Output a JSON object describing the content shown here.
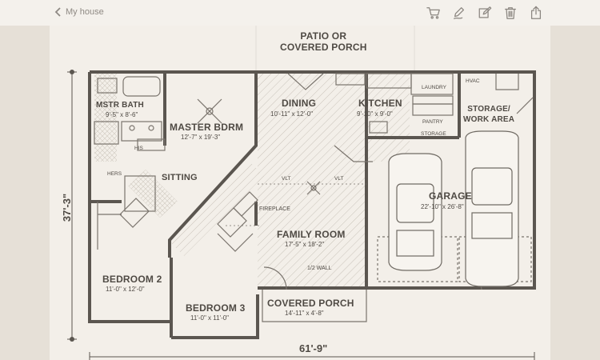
{
  "header": {
    "back_label": "My house",
    "tools": [
      "cart-icon",
      "markup-pen-icon",
      "edit-icon",
      "trash-icon",
      "share-icon"
    ]
  },
  "plan": {
    "patio": {
      "line1": "PATIO OR",
      "line2": "COVERED PORCH"
    },
    "mstr_bath": {
      "name": "MSTR BATH",
      "dims": "9'-5\" x 8'-6\""
    },
    "master_bdrm": {
      "name": "MASTER BDRM",
      "dims": "12'-7\" x 19'-3\""
    },
    "dining": {
      "name": "DINING",
      "dims": "10'-11\" x 12'-0\""
    },
    "kitchen": {
      "name": "KITCHEN",
      "dims": "9'-10\" x 9'-0\""
    },
    "laundry": "LAUNDRY",
    "hvac": "HVAC",
    "pantry": "PANTRY",
    "storage": "STORAGE",
    "storage_work": {
      "line1": "STORAGE/",
      "line2": "WORK AREA"
    },
    "his": "HIS",
    "hers": "HERS",
    "sitting": "SITTING",
    "garage": {
      "name": "GARAGE",
      "dims": "22'-10\" x 26'-8\""
    },
    "vlt_left": "VLT",
    "vlt_right": "VLT",
    "fireplace": "FIREPLACE",
    "family_room": {
      "name": "FAMILY ROOM",
      "dims": "17'-5\" x 18'-2\""
    },
    "half_wall": "1/2 WALL",
    "bedroom2": {
      "name": "BEDROOM 2",
      "dims": "11'-0\" x 12'-0\""
    },
    "bedroom3": {
      "name": "BEDROOM 3",
      "dims": "11'-0\" x 11'-0\""
    },
    "covered_porch": {
      "name": "COVERED PORCH",
      "dims": "14'-11\" x 4'-8\""
    },
    "width_dim": "61'-9\"",
    "depth_dim": "37'-3\""
  }
}
